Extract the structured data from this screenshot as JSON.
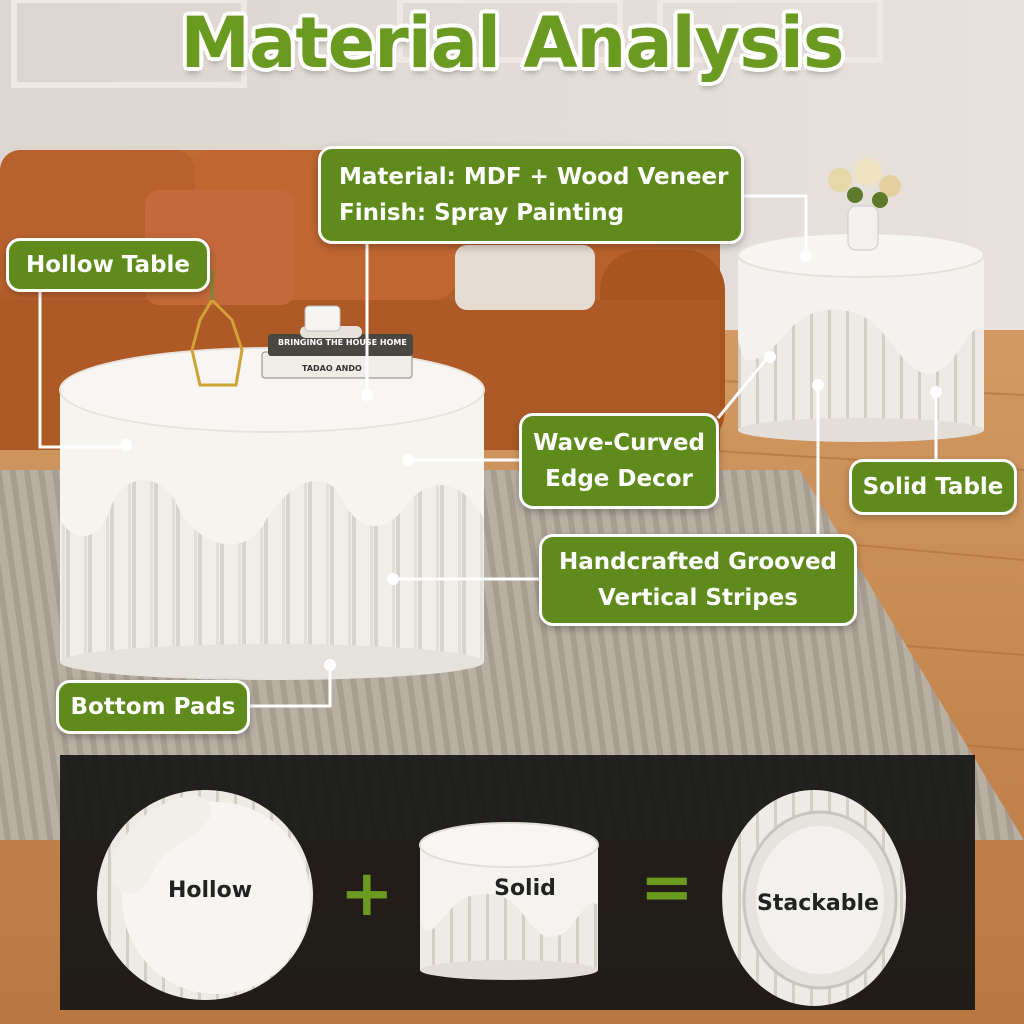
{
  "title": "Material Analysis",
  "callouts": {
    "material_line1": "Material: MDF + Wood Veneer",
    "material_line2": "Finish: Spray Painting",
    "hollow_table": "Hollow Table",
    "wave_line1": "Wave-Curved",
    "wave_line2": "Edge Decor",
    "solid_table": "Solid Table",
    "grooved_line1": "Handcrafted Grooved",
    "grooved_line2": "Vertical Stripes",
    "bottom_pads": "Bottom Pads"
  },
  "comparison": {
    "hollow": "Hollow",
    "plus": "+",
    "solid": "Solid",
    "equals": "=",
    "stackable": "Stackable"
  },
  "books": {
    "top": "BRINGING THE HOUSE HOME",
    "bottom": "TADAO ANDO"
  },
  "colors": {
    "accent": "#5f8a1c",
    "title": "#6a9a1f",
    "sofa": "#b5622e",
    "floor": "#c98a52",
    "rug": "#b8afa2"
  }
}
